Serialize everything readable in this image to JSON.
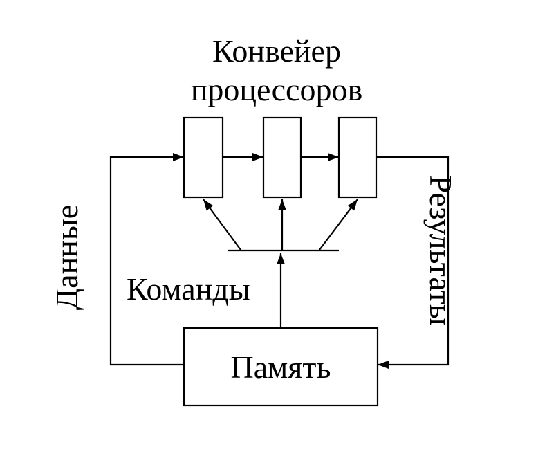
{
  "title": {
    "line1": "Конвейер",
    "line2": "процессоров"
  },
  "labels": {
    "data": "Данные",
    "commands": "Команды",
    "results": "Результаты",
    "memory": "Память"
  },
  "diagram": {
    "type": "processor-pipeline-block-diagram",
    "processor_stage_count": 3,
    "colors": {
      "line": "#000000",
      "text": "#000000",
      "background": "#ffffff"
    }
  }
}
